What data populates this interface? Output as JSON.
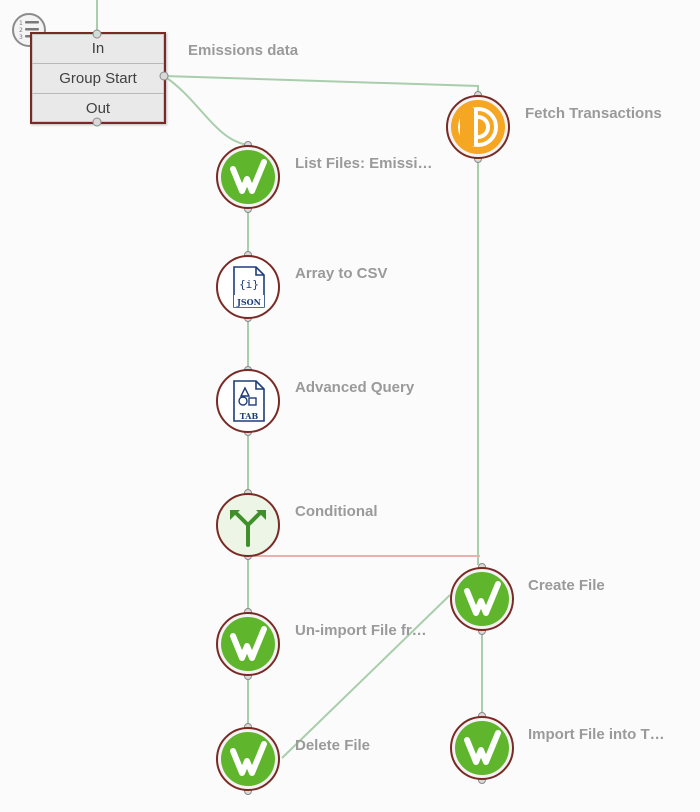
{
  "toolbar": {
    "menu_icon": "numbered-list-icon"
  },
  "group": {
    "title": "Emissions data",
    "rows": [
      "In",
      "Group Start",
      "Out"
    ]
  },
  "nodes": {
    "fetch": {
      "label": "Fetch Transactions",
      "icon": "fetch-icon"
    },
    "list_files": {
      "label": "List Files: Emissi…",
      "icon": "workiva-check-icon"
    },
    "array_csv": {
      "label": "Array to CSV",
      "icon": "json-file-icon",
      "icon_text": "JSON"
    },
    "adv_query": {
      "label": "Advanced Query",
      "icon": "tab-file-icon",
      "icon_text": "TAB"
    },
    "conditional": {
      "label": "Conditional",
      "icon": "branch-icon"
    },
    "unimport": {
      "label": "Un-import File fr…",
      "icon": "workiva-check-icon"
    },
    "delete": {
      "label": "Delete File",
      "icon": "workiva-check-icon"
    },
    "create": {
      "label": "Create File",
      "icon": "workiva-check-icon"
    },
    "import": {
      "label": "Import File into T…",
      "icon": "workiva-check-icon"
    }
  },
  "colors": {
    "edge_default": "#a9ceab",
    "edge_false": "#e8b1ab",
    "node_border": "#7a2a25",
    "workiva_green": "#5fb52c",
    "fetch_orange": "#f5a623",
    "label_gray": "#9a9a9a"
  }
}
